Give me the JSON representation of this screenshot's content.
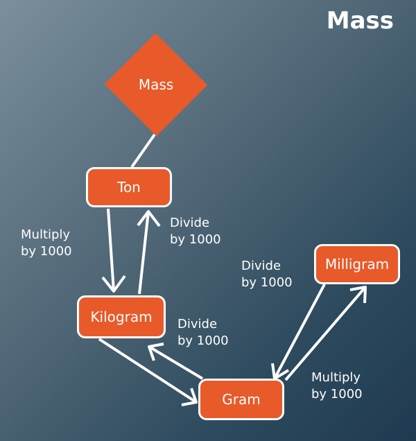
{
  "title": "Mass",
  "diagram": {
    "root": "Mass",
    "nodes": {
      "ton": "Ton",
      "kilogram": "Kilogram",
      "gram": "Gram",
      "milligram": "Milligram"
    },
    "edges": [
      {
        "from": "Ton",
        "to": "Kilogram",
        "line1": "Multiply",
        "line2": "by 1000"
      },
      {
        "from": "Kilogram",
        "to": "Ton",
        "line1": "Divide",
        "line2": "by 1000"
      },
      {
        "from": "Gram",
        "to": "Kilogram",
        "line1": "Divide",
        "line2": "by 1000"
      },
      {
        "from": "Milligram",
        "to": "Gram",
        "line1": "Divide",
        "line2": "by 1000"
      },
      {
        "from": "Gram",
        "to": "Milligram",
        "line1": "Multiply",
        "line2": "by 1000"
      }
    ]
  },
  "colors": {
    "node_fill": "#e85a2a",
    "node_border": "#ffffff",
    "arrow": "#ffffff"
  }
}
